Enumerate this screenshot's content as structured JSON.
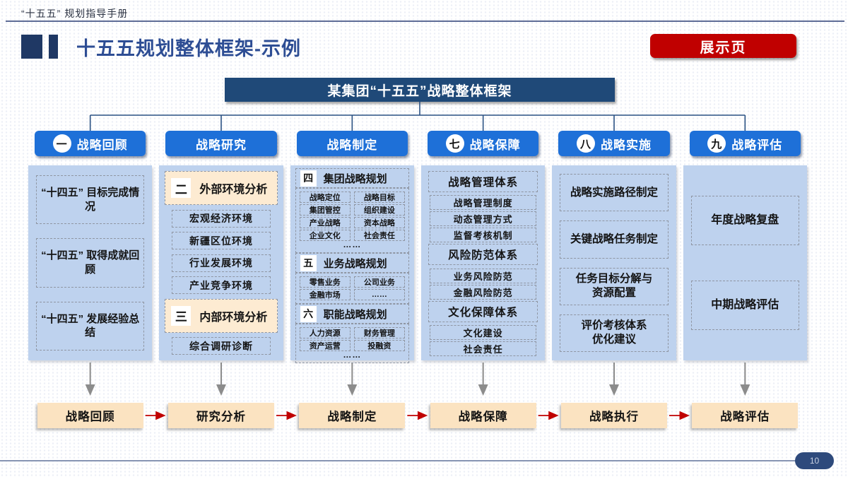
{
  "page": {
    "doc_label": "“十五五” 规划指导手册",
    "title": "十五五规划整体框架-示例",
    "badge": "展示页",
    "page_number": "10"
  },
  "root_box": "某集团“十五五”战略整体框架",
  "columns": [
    {
      "num": "一",
      "title": "战略回顾",
      "blocks": [
        {
          "type": "big",
          "text": "“十四五” 目标完成情\n况"
        },
        {
          "type": "big",
          "text": "“十四五” 取得成就回\n顾"
        },
        {
          "type": "big",
          "text": "“十四五” 发展经验总结"
        }
      ]
    },
    {
      "title": "战略研究",
      "blocks": [
        {
          "type": "cream",
          "num": "二",
          "text": "外部环境分析"
        },
        {
          "type": "item",
          "text": "宏观经济环境"
        },
        {
          "type": "item",
          "text": "新疆区位环境"
        },
        {
          "type": "item",
          "text": "行业发展环境"
        },
        {
          "type": "item",
          "text": "产业竞争环境"
        },
        {
          "type": "cream",
          "num": "三",
          "text": "内部环境分析"
        },
        {
          "type": "item",
          "text": "综合调研诊断"
        }
      ]
    },
    {
      "title": "战略制定",
      "blocks": [
        {
          "type": "numhead",
          "num": "四",
          "text": "集团战略规划"
        },
        {
          "type": "grid",
          "cells": [
            [
              "战略定位",
              "战略目标"
            ],
            [
              "集团管控",
              "组织建设"
            ],
            [
              "产业战略",
              "资本战略"
            ],
            [
              "企业文化",
              "社会责任"
            ]
          ],
          "dots": "……"
        },
        {
          "type": "numhead",
          "num": "五",
          "text": "业务战略规划"
        },
        {
          "type": "grid",
          "cells": [
            [
              "零售业务",
              "公司业务"
            ],
            [
              "金融市场",
              "……"
            ]
          ]
        },
        {
          "type": "numhead",
          "num": "六",
          "text": "职能战略规划"
        },
        {
          "type": "grid",
          "cells": [
            [
              "人力资源",
              "财务管理"
            ],
            [
              "资产运营",
              "投融资"
            ]
          ],
          "dots": "……"
        }
      ]
    },
    {
      "num": "七",
      "title": "战略保障",
      "blocks": [
        {
          "type": "sect",
          "text": "战略管理体系"
        },
        {
          "type": "item",
          "text": "战略管理制度"
        },
        {
          "type": "item",
          "text": "动态管理方式"
        },
        {
          "type": "item",
          "text": "监督考核机制"
        },
        {
          "type": "sect",
          "text": "风险防范体系"
        },
        {
          "type": "item",
          "text": "业务风险防范"
        },
        {
          "type": "item",
          "text": "金融风险防范"
        },
        {
          "type": "sect",
          "text": "文化保障体系"
        },
        {
          "type": "item",
          "text": "文化建设"
        },
        {
          "type": "item",
          "text": "社会责任"
        }
      ]
    },
    {
      "num": "八",
      "title": "战略实施",
      "blocks": [
        {
          "type": "big",
          "text": "战略实施路径制定"
        },
        {
          "type": "big",
          "text": "关键战略任务制定"
        },
        {
          "type": "big",
          "text": "任务目标分解与\n资源配置"
        },
        {
          "type": "big",
          "text": "评价考核体系\n优化建议"
        }
      ]
    },
    {
      "num": "九",
      "title": "战略评估",
      "blocks": [
        {
          "type": "big",
          "text": "年度战略复盘"
        },
        {
          "type": "big",
          "text": "中期战略评估"
        }
      ]
    }
  ],
  "flow": {
    "steps": [
      "战略回顾",
      "研究分析",
      "战略制定",
      "战略保障",
      "战略执行",
      "战略评估"
    ]
  },
  "colors": {
    "accent_red": "#C00000",
    "navy": "#1F4978",
    "title_blue": "#2D4D94",
    "mark_navy": "#1F3864",
    "button_blue": "#1E70D8",
    "panel_blue": "#BED2EE",
    "cream": "#FDEBD2",
    "flow_tan": "#FBE3C1"
  }
}
